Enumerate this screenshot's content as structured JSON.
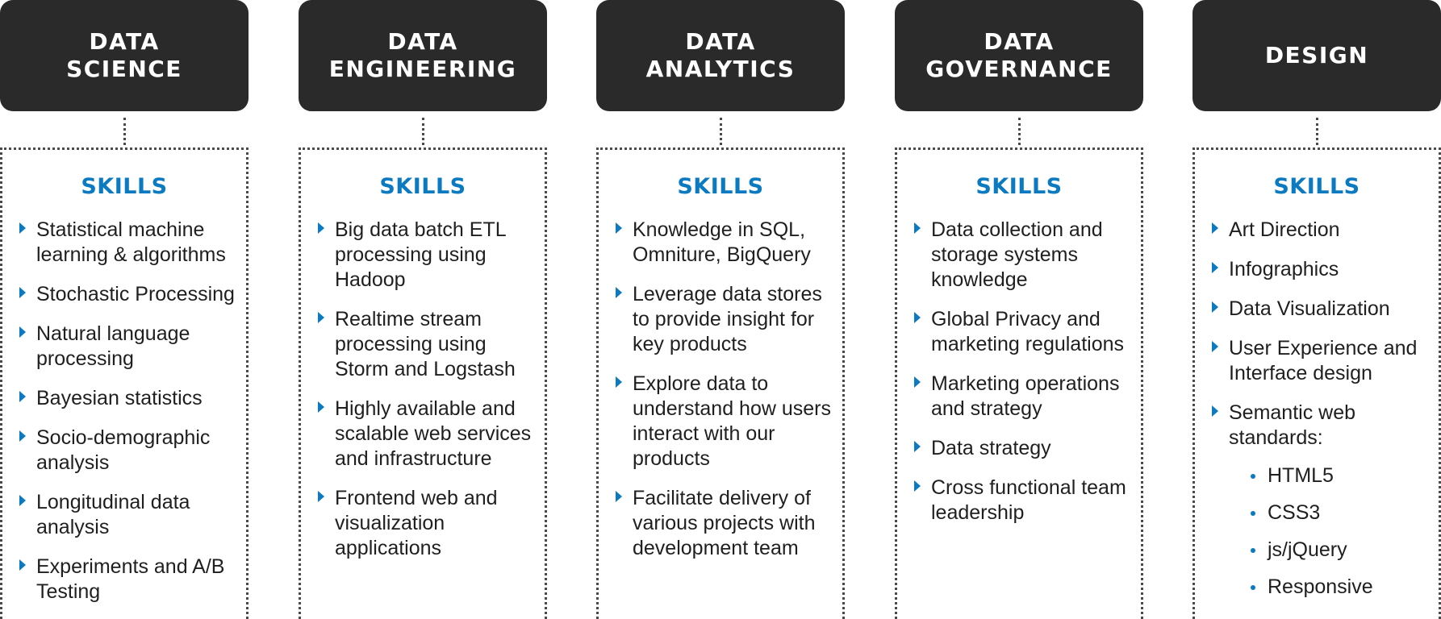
{
  "colors": {
    "header_background": "#2a2a2a",
    "header_text": "#ffffff",
    "accent_blue": "#0b7ac0",
    "body_text": "#1f1f1f",
    "dotted_line": "#4a4a4a"
  },
  "columns": [
    {
      "title": "DATA\nSCIENCE",
      "skills_label": "SKILLS",
      "items": [
        {
          "text": "Statistical machine learning & algorithms"
        },
        {
          "text": "Stochastic Processing"
        },
        {
          "text": "Natural language processing"
        },
        {
          "text": "Bayesian statistics"
        },
        {
          "text": "Socio-demographic analysis"
        },
        {
          "text": "Longitudinal data analysis"
        },
        {
          "text": "Experiments and A/B Testing"
        }
      ]
    },
    {
      "title": "DATA\nENGINEERING",
      "skills_label": "SKILLS",
      "items": [
        {
          "text": "Big data batch ETL processing using Hadoop"
        },
        {
          "text": "Realtime stream processing using Storm and Logstash"
        },
        {
          "text": "Highly available and scalable web services and infrastructure"
        },
        {
          "text": "Frontend web and visualization applications"
        }
      ]
    },
    {
      "title": "DATA\nANALYTICS",
      "skills_label": "SKILLS",
      "items": [
        {
          "text": "Knowledge in SQL, Omniture, BigQuery"
        },
        {
          "text": "Leverage data stores to provide insight for key products"
        },
        {
          "text": "Explore data to understand how users interact with our products"
        },
        {
          "text": "Facilitate delivery of various projects with development team"
        }
      ]
    },
    {
      "title": "DATA\nGOVERNANCE",
      "skills_label": "SKILLS",
      "items": [
        {
          "text": "Data collection and storage systems knowledge"
        },
        {
          "text": "Global Privacy and marketing regulations"
        },
        {
          "text": "Marketing operations and strategy"
        },
        {
          "text": "Data strategy"
        },
        {
          "text": "Cross functional team leadership"
        }
      ]
    },
    {
      "title": "DESIGN",
      "skills_label": "SKILLS",
      "items": [
        {
          "text": "Art Direction"
        },
        {
          "text": "Infographics"
        },
        {
          "text": "Data Visualization"
        },
        {
          "text": "User Experience and Interface design"
        },
        {
          "text": "Semantic web standards:",
          "subitems": [
            "HTML5",
            "CSS3",
            "js/jQuery",
            "Responsive"
          ]
        }
      ]
    }
  ]
}
